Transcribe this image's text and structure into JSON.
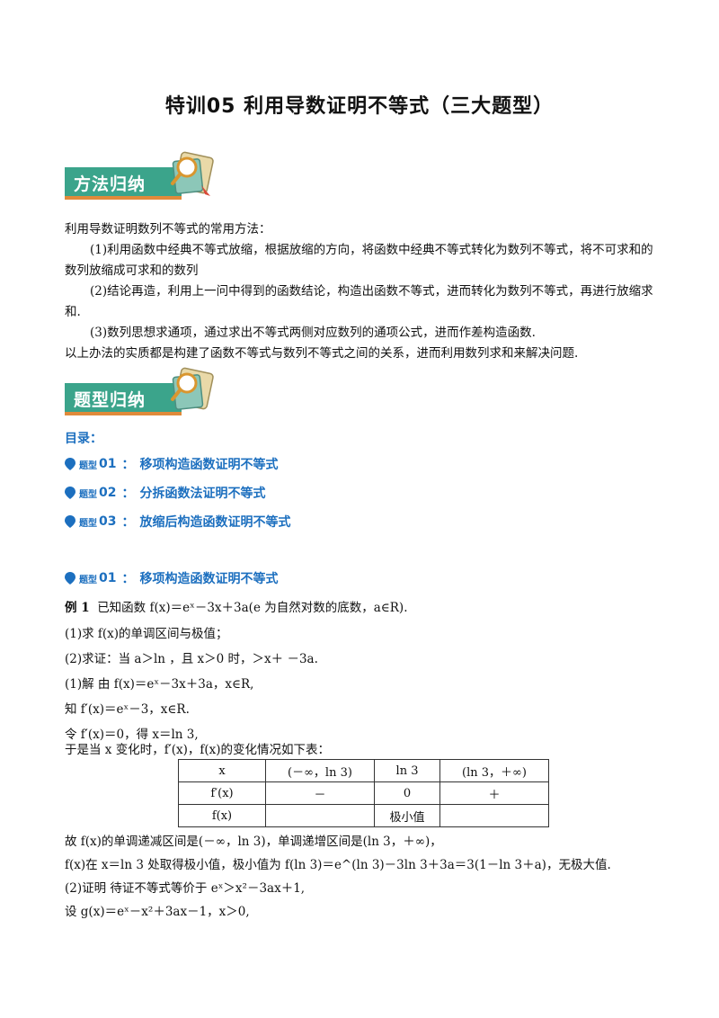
{
  "title": "特训05  利用导数证明不等式（三大题型）",
  "banners": {
    "method": "方法归纳",
    "types": "题型归纳"
  },
  "method": {
    "intro": "利用导数证明数列不等式的常用方法：",
    "p1": "(1)利用函数中经典不等式放缩，根据放缩的方向，将函数中经典不等式转化为数列不等式，将不可求和的数列放缩成可求和的数列",
    "p2": "(2)结论再造，利用上一问中得到的函数结论，构造出函数不等式，进而转化为数列不等式，再进行放缩求和.",
    "p3": "(3)数列思想求通项，通过求出不等式两侧对应数列的通项公式，进而作差构造函数.",
    "summary": "以上办法的实质都是构建了函数不等式与数列不等式之间的关系，进而利用数列求和来解决问题."
  },
  "toc": {
    "heading": "目录：",
    "tag": "题型",
    "items": [
      {
        "num": "01",
        "sep": "：",
        "label": "移项构造函数证明不等式"
      },
      {
        "num": "02",
        "sep": "：",
        "label": "分拆函数法证明不等式"
      },
      {
        "num": "03",
        "sep": "：",
        "label": "放缩后构造函数证明不等式"
      }
    ]
  },
  "section1": {
    "tag": "题型",
    "num": "01",
    "sep": "：",
    "label": "移项构造函数证明不等式"
  },
  "example": {
    "label": "例 1",
    "l1": "已知函数 f(x)＝eˣ－3x＋3a(e 为自然对数的底数，a∈R).",
    "l2": "(1)求 f(x)的单调区间与极值；",
    "l3": "(2)求证：当 a＞ln ，且 x＞0 时，＞x＋ －3a.",
    "l4": "(1)解   由 f(x)＝eˣ－3x＋3a，x∈R,",
    "l5": "知 f′(x)＝eˣ－3，x∈R.",
    "l6": "令 f′(x)＝0，得 x＝ln 3,",
    "l7": "于是当 x 变化时，f′(x)，f(x)的变化情况如下表：",
    "l8": "故 f(x)的单调递减区间是(－∞，ln 3)，单调递增区间是(ln 3，＋∞)，",
    "l9": "f(x)在 x＝ln 3 处取得极小值，极小值为 f(ln 3)＝e^(ln 3)－3ln 3＋3a＝3(1－ln 3＋a)，无极大值.",
    "l10": "(2)证明    待证不等式等价于 eˣ＞x²－3ax＋1,",
    "l11": "设 g(x)＝eˣ－x²＋3ax－1，x＞0,"
  },
  "table": {
    "header": [
      "x",
      "(－∞，ln 3)",
      "ln 3",
      "(ln 3，＋∞)"
    ],
    "row1": [
      "f′(x)",
      "－",
      "0",
      "＋"
    ],
    "row2": [
      "f(x)",
      "",
      "极小值",
      ""
    ]
  },
  "colors": {
    "banner": "#3ba48b",
    "banner_accent": "#e08a3a",
    "toc": "#1c6fbf"
  }
}
